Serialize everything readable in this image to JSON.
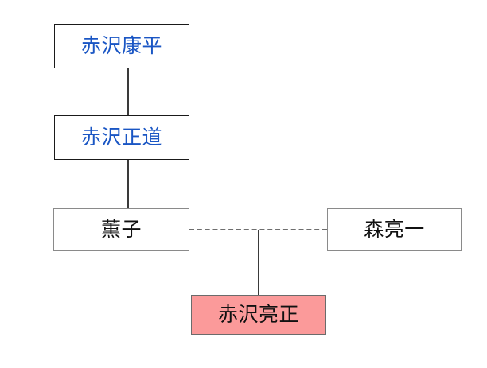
{
  "diagram": {
    "type": "family-tree",
    "background_color": "#ffffff",
    "link_color": "#1a56c4",
    "highlight_color": "#fb9a9a",
    "nodes": [
      {
        "id": "akazawa-kohei",
        "label": "赤沢康平",
        "style": "link",
        "generation": 1
      },
      {
        "id": "akazawa-masamichi",
        "label": "赤沢正道",
        "style": "link",
        "generation": 2
      },
      {
        "id": "kaoruko",
        "label": "薫子",
        "style": "plain",
        "generation": 3
      },
      {
        "id": "mori-ryoichi",
        "label": "森亮一",
        "style": "plain",
        "generation": 3
      },
      {
        "id": "akazawa-ryosei",
        "label": "赤沢亮正",
        "style": "highlight",
        "generation": 4
      }
    ],
    "connectors": [
      {
        "id": "kohei-masamichi",
        "from": "akazawa-kohei",
        "to": "akazawa-masamichi",
        "line": "solid",
        "orientation": "vertical"
      },
      {
        "id": "masamichi-kaoruko",
        "from": "akazawa-masamichi",
        "to": "kaoruko",
        "line": "solid",
        "orientation": "vertical"
      },
      {
        "id": "marriage",
        "from": "kaoruko",
        "to": "mori-ryoichi",
        "line": "dashed",
        "orientation": "horizontal"
      },
      {
        "id": "child",
        "from": "marriage",
        "to": "akazawa-ryosei",
        "line": "solid",
        "orientation": "vertical"
      }
    ]
  }
}
